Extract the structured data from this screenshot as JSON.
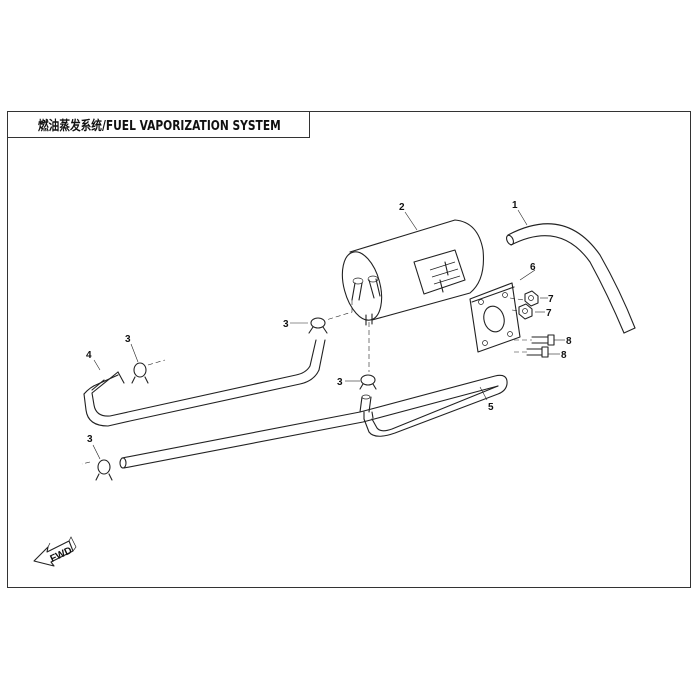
{
  "title": "燃油蒸发系统/FUEL VAPORIZATION SYSTEM",
  "callouts": [
    "1",
    "2",
    "3",
    "3",
    "3",
    "3",
    "4",
    "5",
    "6",
    "7",
    "7",
    "8",
    "8"
  ],
  "fwd_label": "FWD",
  "icons": [
    "forward-arrow-icon"
  ]
}
